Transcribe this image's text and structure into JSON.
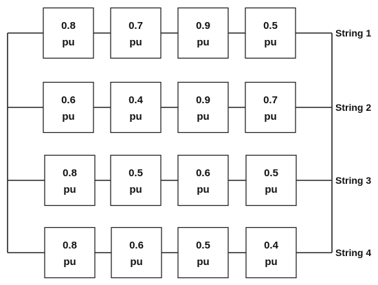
{
  "unit": "pu",
  "strings": [
    {
      "label": "String 1",
      "modules": [
        "0.8",
        "0.7",
        "0.9",
        "0.5"
      ]
    },
    {
      "label": "String 2",
      "modules": [
        "0.6",
        "0.4",
        "0.9",
        "0.7"
      ]
    },
    {
      "label": "String 3",
      "modules": [
        "0.8",
        "0.5",
        "0.6",
        "0.5"
      ]
    },
    {
      "label": "String 4",
      "modules": [
        "0.8",
        "0.6",
        "0.5",
        "0.4"
      ]
    }
  ],
  "colors": {
    "line": "#222222",
    "text": "#111111",
    "background": "#ffffff"
  }
}
